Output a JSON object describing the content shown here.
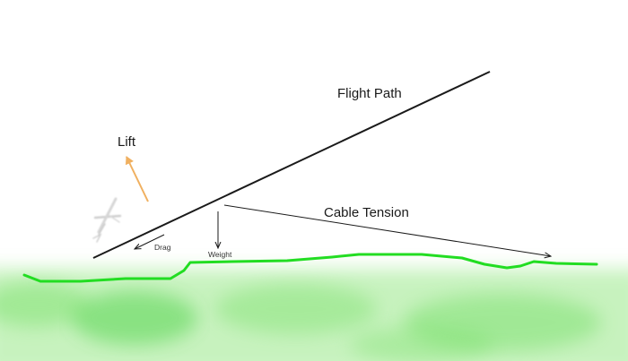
{
  "diagram": {
    "labels": {
      "flight_path": "Flight Path",
      "lift": "Lift",
      "cable_tension": "Cable Tension",
      "drag": "Drag",
      "weight": "Weight"
    },
    "colors": {
      "background": "#ffffff",
      "lines": "#1a1a1a",
      "lift_arrow": "#f0b060",
      "ground_line": "#22dd22",
      "grass": "#66dd55"
    },
    "elements": [
      "glider",
      "ground",
      "flight-path-line"
    ]
  }
}
